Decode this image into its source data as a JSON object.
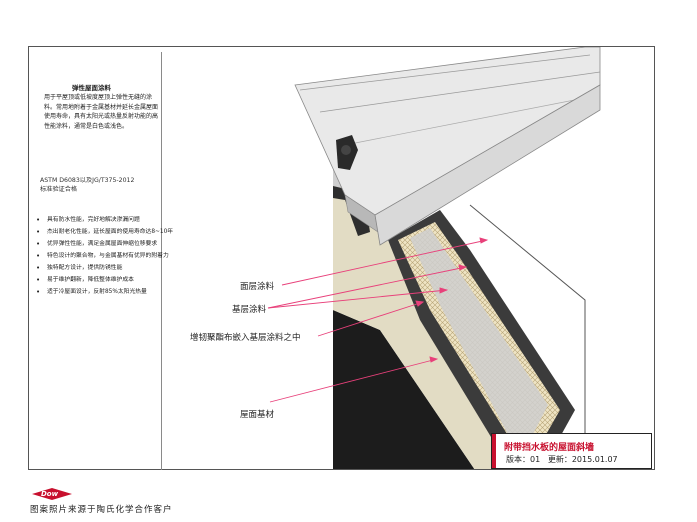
{
  "left_panel": {
    "title": "弹性屋面涂料",
    "description": "用于平屋顶或低坡度屋顶上弹性无缝的涂料。常用地附着于金属基材并延长金属屋面使用寿命，具有太阳光或热量反射功能的高性能涂料，通常是白色或浅色。",
    "standard_line1": "ASTM D6083以及JG/T375-2012",
    "standard_line2": "标准验证合格",
    "features": [
      "具有防水性能，完好地解决渗漏问题",
      "杰出耐老化性能，延长屋面的使用寿命达8~10年",
      "优异弹性性能，满足金属屋面伸缩位移要求",
      "特色设计的聚合物，与金属基材有优异的附着力",
      "独特配方设计，提供防锈性能",
      "易于维护翻新，降低整体维护成本",
      "适于冷屋面设计，反射85%太阳光热量"
    ]
  },
  "callouts": {
    "top_coat": "面层涂料",
    "base_coat": "基层涂料",
    "reinforcement": "增韧聚酯布嵌入基层涂料之中",
    "substrate": "屋面基材"
  },
  "info_box": {
    "title": "附带挡水板的屋面斜墙",
    "version_label": "版本：",
    "version": "01",
    "updated_label": "更新：",
    "updated": "2015.01.07"
  },
  "brand": {
    "logo_text": "Dow"
  },
  "footer": {
    "note": "图案照片来源于陶氏化学合作客户"
  },
  "colors": {
    "accent_red": "#c8102e",
    "arrow_pink": "#e8407a"
  }
}
